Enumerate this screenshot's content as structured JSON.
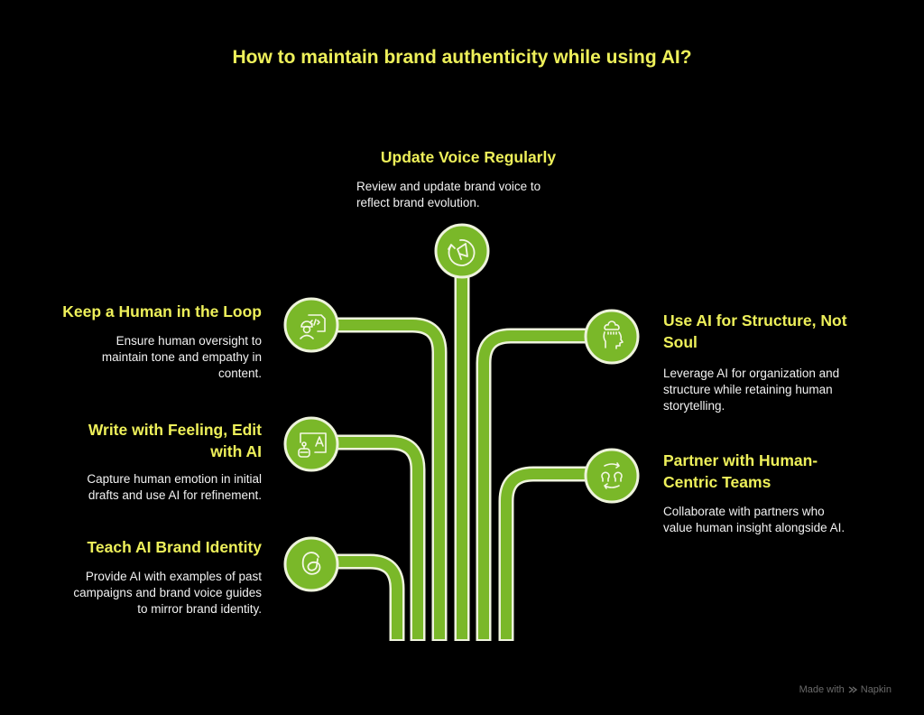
{
  "title": "How to maintain brand authenticity while using AI?",
  "colors": {
    "background": "#000000",
    "title": "#eef05a",
    "heading": "#eef05a",
    "body_text": "#f2f2f2",
    "branch_fill": "#7ab829",
    "branch_outline": "#eef3dc"
  },
  "nodes": [
    {
      "id": "update-voice",
      "position": "top",
      "heading": "Update Voice Regularly",
      "description_lines": [
        "Review and update brand voice to",
        "reflect brand evolution."
      ],
      "icon": "megaphone-refresh-icon"
    },
    {
      "id": "human-loop",
      "position": "left-1",
      "heading": "Keep a Human in the Loop",
      "description_lines": [
        "Ensure human oversight to",
        "maintain tone and empathy in",
        "content."
      ],
      "icon": "worker-code-icon"
    },
    {
      "id": "write-feeling",
      "position": "left-2",
      "heading_lines": [
        "Write with Feeling, Edit",
        "with AI"
      ],
      "description_lines": [
        "Capture human emotion in initial",
        "drafts and use AI for refinement."
      ],
      "icon": "robot-board-icon"
    },
    {
      "id": "teach-identity",
      "position": "left-3",
      "heading": "Teach AI Brand Identity",
      "description_lines": [
        "Provide AI with examples of past",
        "campaigns and brand voice guides",
        "to mirror brand identity."
      ],
      "icon": "threads-icon"
    },
    {
      "id": "structure-soul",
      "position": "right-1",
      "heading_lines": [
        "Use AI for Structure, Not",
        "Soul"
      ],
      "description_lines": [
        "Leverage AI for organization and",
        "structure while retaining human",
        "storytelling."
      ],
      "icon": "head-cloud-icon"
    },
    {
      "id": "partner-teams",
      "position": "right-2",
      "heading_lines": [
        "Partner with Human-",
        "Centric Teams"
      ],
      "description_lines": [
        "Collaborate with partners who",
        "value human insight alongside AI."
      ],
      "icon": "people-exchange-icon"
    }
  ],
  "footer": {
    "made_with": "Made with",
    "brand": "Napkin"
  }
}
